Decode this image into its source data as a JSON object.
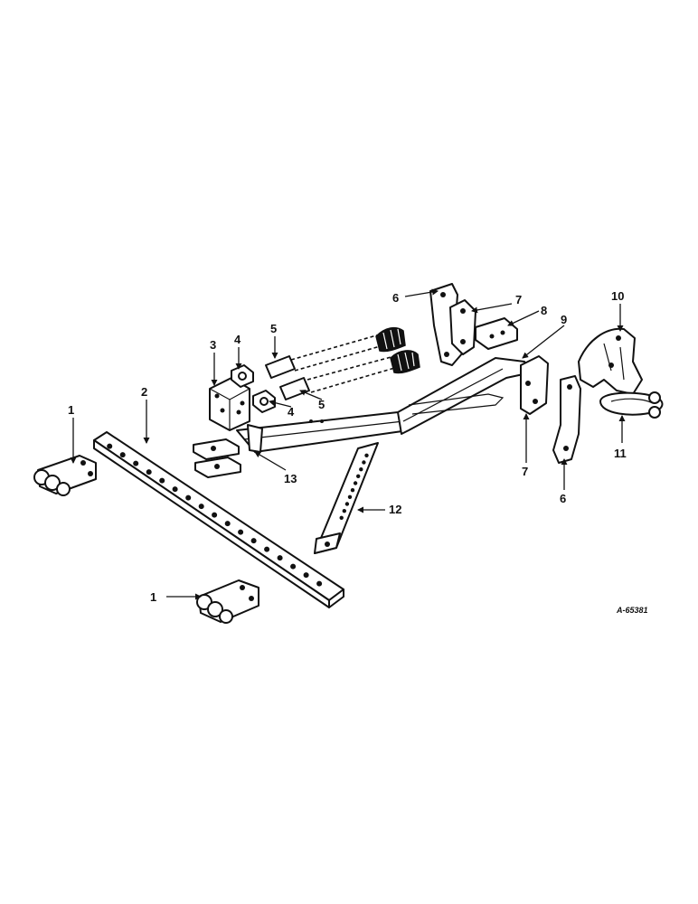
{
  "figure_ref": "A-65381",
  "callouts": [
    "1",
    "2",
    "3",
    "4",
    "4",
    "5",
    "5",
    "6",
    "6",
    "7",
    "7",
    "8",
    "9",
    "10",
    "11",
    "12",
    "13",
    "1"
  ]
}
